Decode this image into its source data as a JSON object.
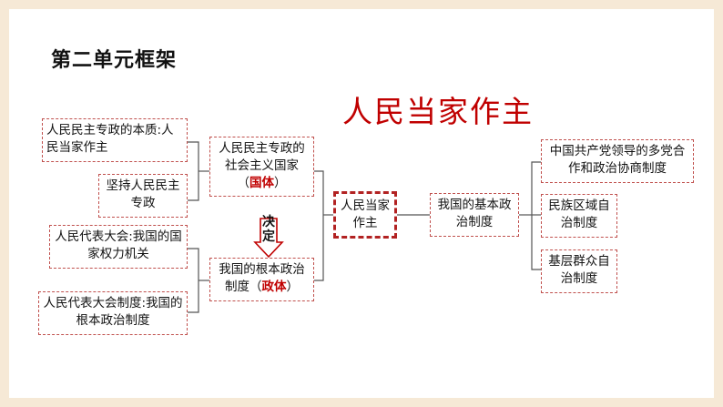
{
  "page_title": "第二单元框架",
  "main_title": "人民当家作主",
  "center_node": "人民当家作主",
  "left_upper": {
    "node": {
      "text": "人民民主专政的社会主义国家（",
      "highlight": "国体",
      "tail": "）"
    },
    "children": [
      "人民民主专政的本质:人民当家作主",
      "坚持人民民主专政"
    ]
  },
  "left_lower": {
    "node": {
      "text": "我国的根本政治制度（",
      "highlight": "政体",
      "tail": "）"
    },
    "children": [
      "人民代表大会:我国的国家权力机关",
      "人民代表大会制度:我国的根本政治制度"
    ]
  },
  "decide_label": "决定",
  "right": {
    "node": "我国的基本政治制度",
    "children": [
      "中国共产党领导的多党合作和政治协商制度",
      "民族区域自治制度",
      "基层群众自治制度"
    ]
  },
  "colors": {
    "accent": "#c00000",
    "border": "#c0504d",
    "frame": "#f6e9d6"
  }
}
